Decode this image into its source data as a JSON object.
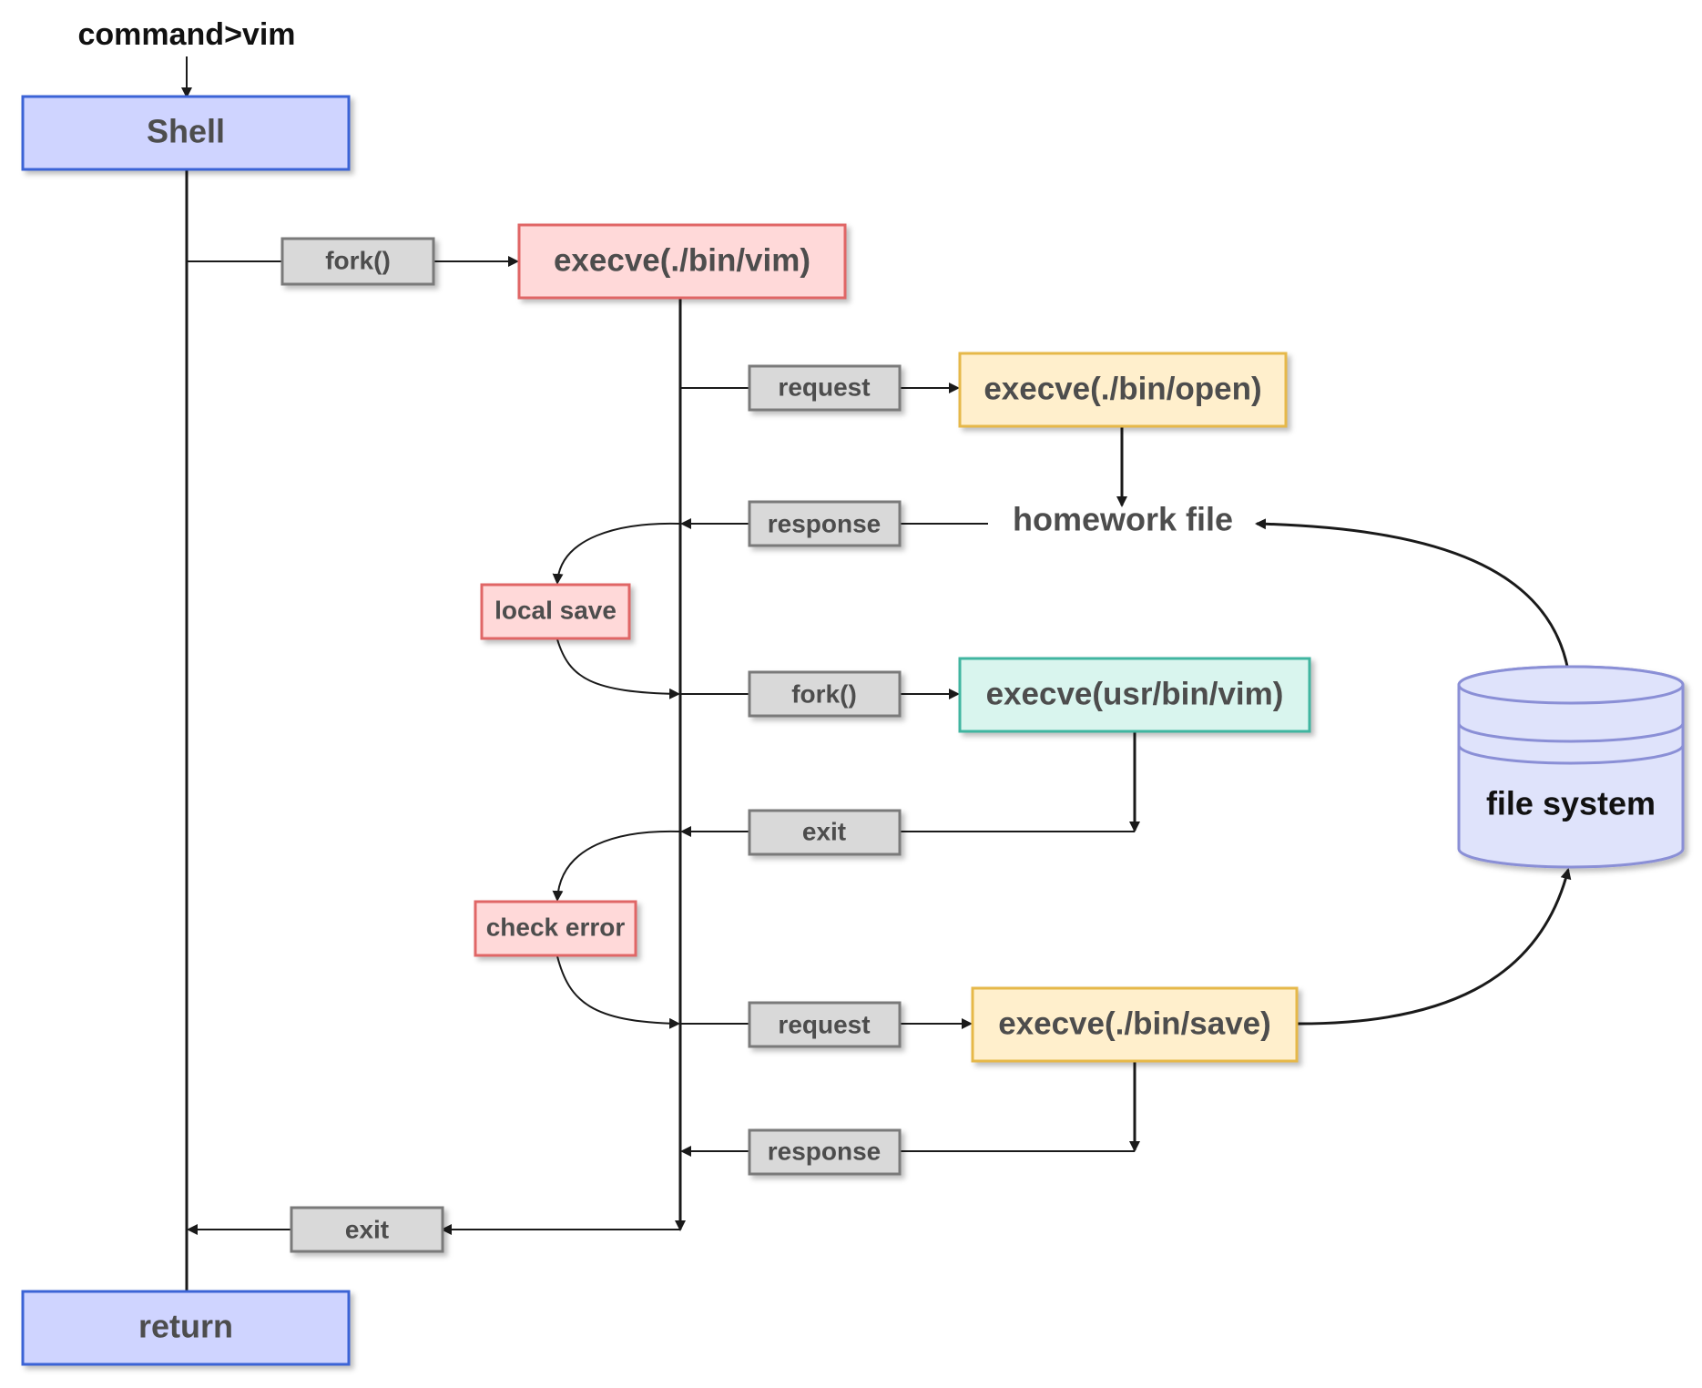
{
  "colors": {
    "blue_fill": "#cfd4ff",
    "blue_stroke": "#3b63d6",
    "red_fill": "#ffd9d9",
    "red_stroke": "#e06666",
    "orange_fill": "#ffefcc",
    "orange_stroke": "#e6b84a",
    "teal_fill": "#d9f5ee",
    "teal_stroke": "#3fb5a0",
    "gray_fill": "#d9d9d9",
    "gray_stroke": "#7a7a7a",
    "db_fill": "#dfe3fb",
    "db_stroke": "#8a8fd6"
  },
  "nodes": {
    "command": "command>vim",
    "shell": "Shell",
    "return": "return",
    "execve_vim": "execve(./bin/vim)",
    "execve_open": "execve(./bin/open)",
    "homework_file": "homework file",
    "local_save": "local save",
    "execve_usr_vim": "execve(usr/bin/vim)",
    "check_error": "check error",
    "execve_save": "execve(./bin/save)",
    "file_system": "file system"
  },
  "labels": {
    "fork_1": "fork()",
    "request_1": "request",
    "response_1": "response",
    "fork_2": "fork()",
    "exit_1": "exit",
    "request_2": "request",
    "response_2": "response",
    "exit_2": "exit"
  }
}
